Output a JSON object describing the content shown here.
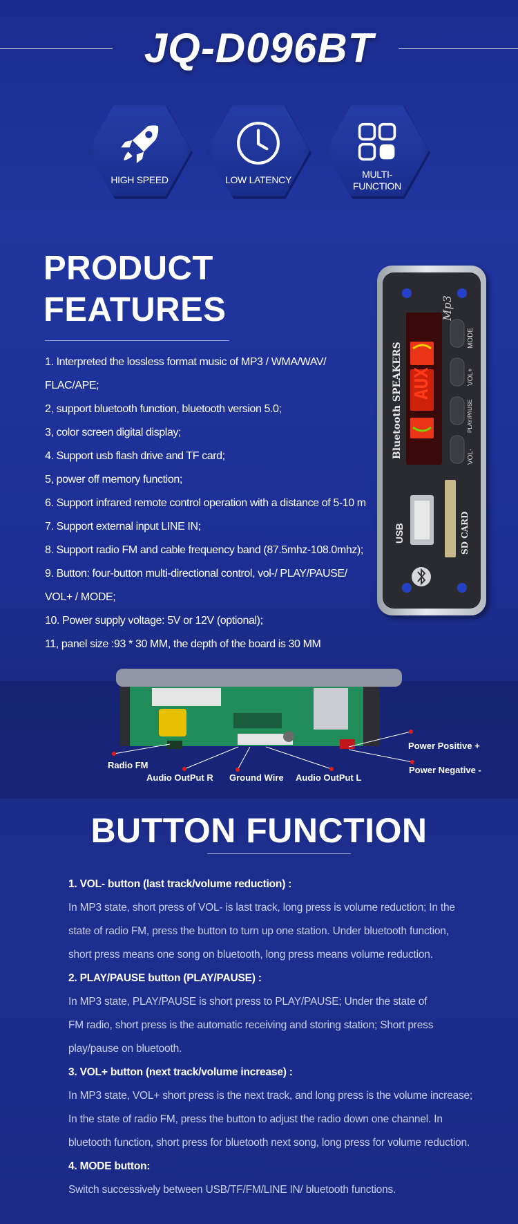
{
  "header": {
    "title": "JQ-D096BT"
  },
  "badges": [
    {
      "icon": "rocket-icon",
      "label": "HIGH SPEED"
    },
    {
      "icon": "clock-icon",
      "label": "LOW LATENCY"
    },
    {
      "icon": "grid-icon",
      "label_line1": "MULTI-",
      "label_line2": "FUNCTION"
    }
  ],
  "features": {
    "title_line1": "PRODUCT",
    "title_line2": "FEATURES",
    "items": [
      "1. Interpreted the lossless format music of MP3 / WMA/WAV/",
      "FLAC/APE;",
      "2, support bluetooth function, bluetooth version 5.0;",
      "3, color screen digital display;",
      "4. Support usb flash drive and TF card;",
      "5, power off memory function;",
      "6. Support infrared remote control operation with a distance of 5-10 m",
      "7. Support external input LINE IN;",
      "8. Support radio FM and cable frequency band (87.5mhz-108.0mhz);",
      "9. Button: four-button multi-directional control, vol-/ PLAY/PAUSE/",
      "VOL+ / MODE;",
      "10. Power supply voltage: 5V or 12V (optional);",
      "11, panel size :93 * 30 MM, the depth of the board is 30 MM"
    ]
  },
  "device": {
    "brand": "Mp3",
    "side_text": "Bluetooth SPEAKERS",
    "display": "AUX",
    "buttons": [
      "MODE",
      "VOL+",
      "PLAY/PAUSE",
      "VOL-"
    ],
    "usb_label": "USB",
    "sd_label": "SD CARD"
  },
  "board": {
    "callouts": {
      "radio_fm": "Radio FM",
      "audio_r": "Audio OutPut R",
      "ground": "Ground Wire",
      "audio_l": "Audio OutPut L",
      "power_pos": "Power Positive +",
      "power_neg": "Power Negative -"
    }
  },
  "button_function": {
    "title": "BUTTON FUNCTION",
    "items": [
      {
        "heading": "1. VOL- button (last track/volume reduction) :",
        "lines": [
          "In MP3 state, short press of VOL- is last track, long press is volume reduction; In the",
          "state of radio FM, press the button to turn up one station. Under bluetooth function,",
          "short press means one song on bluetooth, long press means volume reduction."
        ]
      },
      {
        "heading": "2. PLAY/PAUSE button (PLAY/PAUSE) :",
        "lines": [
          "In MP3 state, PLAY/PAUSE is short press to PLAY/PAUSE; Under the state of",
          "FM radio, short press is the automatic receiving and storing station; Short press",
          "play/pause on bluetooth."
        ]
      },
      {
        "heading": "3. VOL+ button (next track/volume increase) :",
        "lines": [
          "In MP3 state, VOL+ short press is the next track, and long press is the volume increase;",
          "In the state of radio FM, press the button to adjust the radio down one channel. In",
          "bluetooth function, short press for bluetooth next song, long press for volume reduction."
        ]
      },
      {
        "heading": "4. MODE button:",
        "lines": [
          "Switch successively between USB/TF/FM/LINE IN/ bluetooth functions."
        ]
      }
    ]
  }
}
